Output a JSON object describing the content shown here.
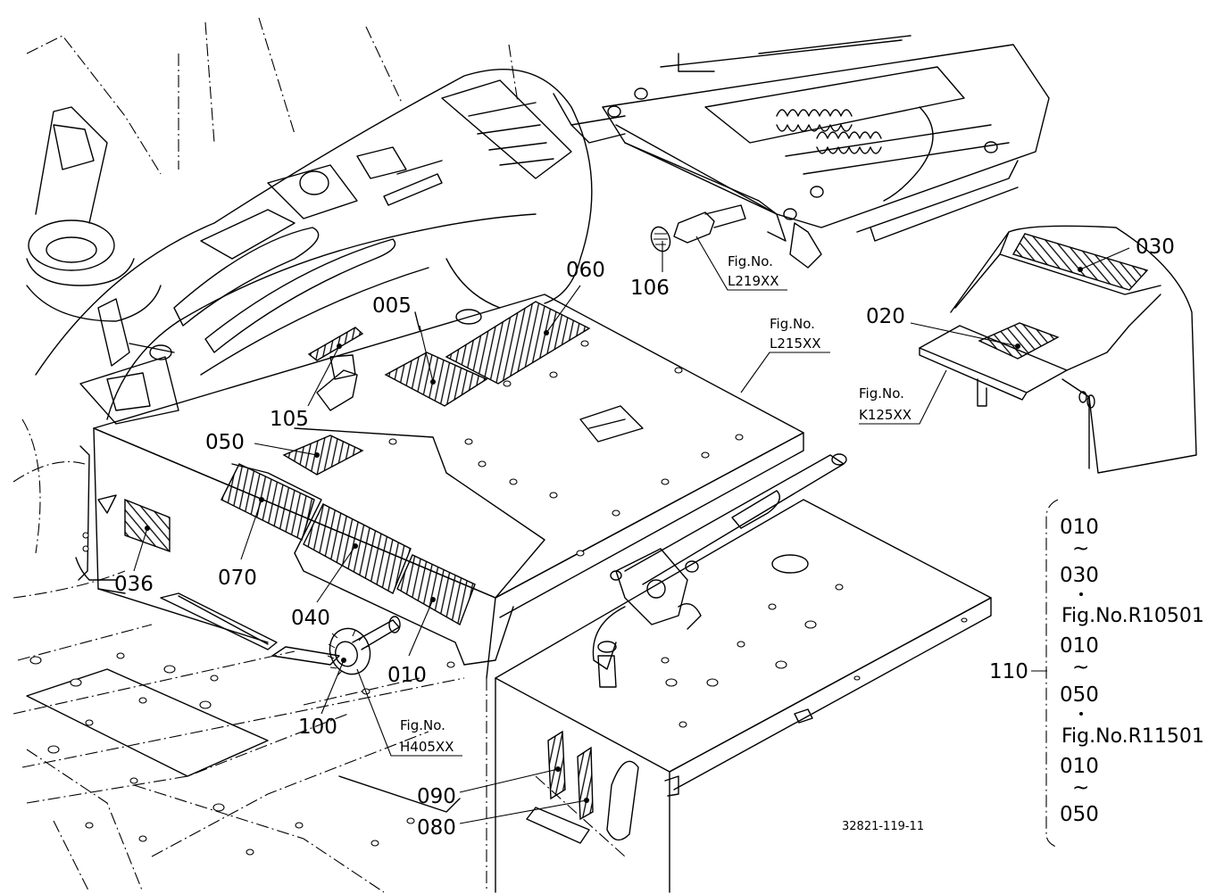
{
  "callouts": {
    "c005": "005",
    "c010": "010",
    "c020": "020",
    "c030": "030",
    "c036": "036",
    "c040": "040",
    "c050": "050",
    "c060": "060",
    "c070": "070",
    "c080": "080",
    "c090": "090",
    "c100": "100",
    "c105": "105",
    "c106": "106",
    "c110": "110"
  },
  "fig_refs": {
    "l219": {
      "line1": "Fig.No.",
      "line2": "L219XX"
    },
    "l215": {
      "line1": "Fig.No.",
      "line2": "L215XX"
    },
    "k125": {
      "line1": "Fig.No.",
      "line2": "K125XX"
    },
    "h405": {
      "line1": "Fig.No.",
      "line2": "H405XX"
    }
  },
  "range_box": {
    "g1_from": "010",
    "g1_tilde": "~",
    "g1_to": "030",
    "g2_fig": "Fig.No.R10501",
    "g2_from": "010",
    "g2_tilde": "~",
    "g2_to": "050",
    "g3_fig": "Fig.No.R11501",
    "g3_from": "010",
    "g3_tilde": "~",
    "g3_to": "050"
  },
  "drawing_code": "32821-119-11"
}
